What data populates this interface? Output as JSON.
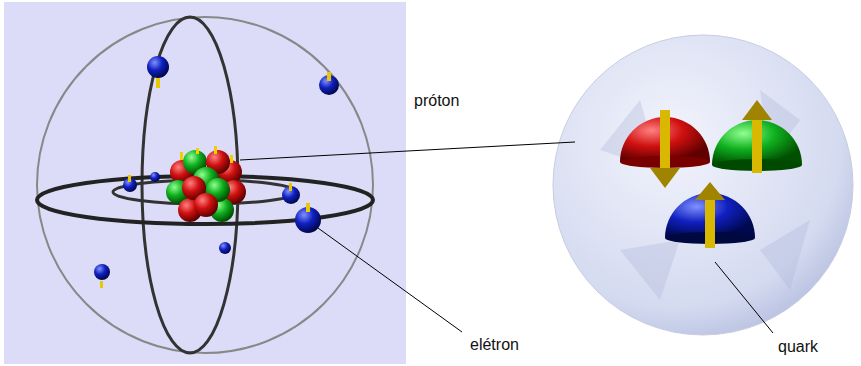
{
  "diagram": {
    "labels": [
      "próton",
      "elétron",
      "quark"
    ]
  }
}
